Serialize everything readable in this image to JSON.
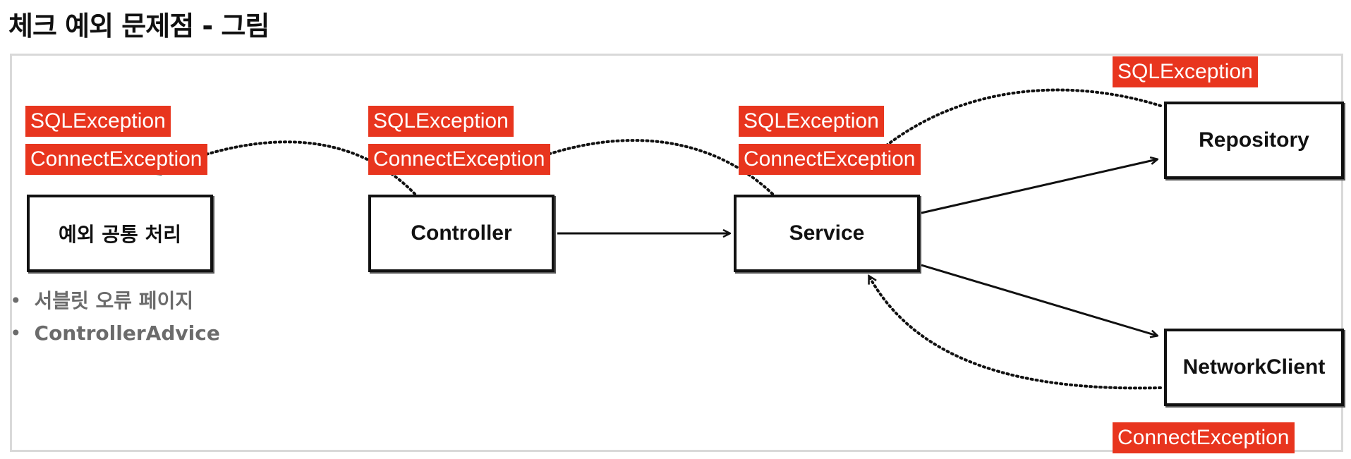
{
  "title": "체크 예외 문제점 - 그림",
  "nodes": {
    "handler": "예외 공통 처리",
    "controller": "Controller",
    "service": "Service",
    "repository": "Repository",
    "network_client": "NetworkClient"
  },
  "labels": {
    "sql_exception": "SQLException",
    "connect_exception": "ConnectException"
  },
  "notes": [
    "서블릿 오류 페이지",
    "ControllerAdvice"
  ],
  "bullet": "•",
  "colors": {
    "tag_background": "#e8351e",
    "tag_text": "#ffffff",
    "box_border": "#111111",
    "note_text": "#6b6b6b",
    "frame_border": "#d9d9d9"
  }
}
